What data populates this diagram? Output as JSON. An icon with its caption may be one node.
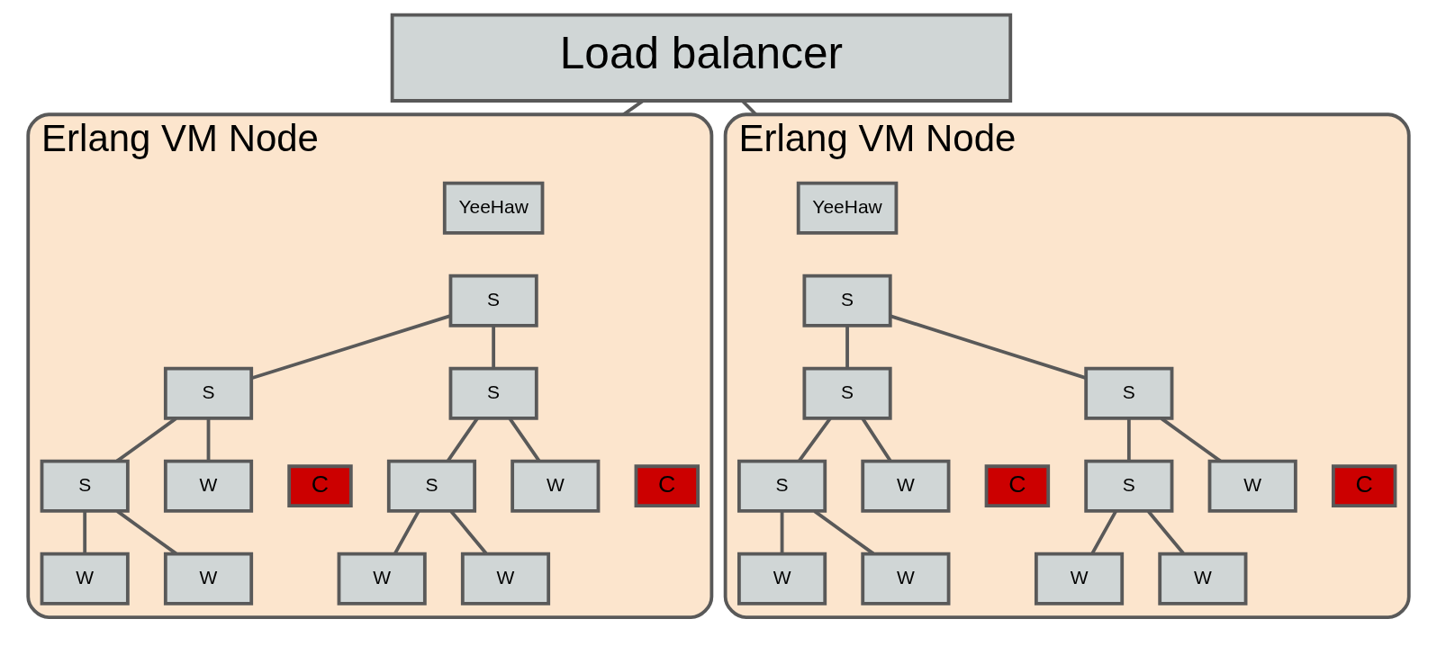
{
  "diagram": {
    "nodes": [
      {
        "text": [
          "Load balancer"
        ]
      },
      {
        "text": [
          "Erlang VM Node"
        ]
      },
      {
        "text": [
          "YeeHaw"
        ],
        "in": 1
      },
      {
        "text": [
          "S"
        ],
        "in": 1
      },
      {
        "text": [
          "S"
        ],
        "in": 1
      },
      {
        "text": [
          "S"
        ],
        "in": 1
      },
      {
        "text": [
          "S"
        ],
        "in": 1
      },
      {
        "text": [
          "W"
        ],
        "in": 1
      },
      {
        "text": [
          "C"
        ],
        "in": 1
      },
      {
        "text": [
          "S"
        ],
        "in": 1
      },
      {
        "text": [
          "W"
        ],
        "in": 1
      },
      {
        "text": [
          "C"
        ],
        "in": 1
      },
      {
        "text": [
          "W"
        ],
        "in": 1
      },
      {
        "text": [
          "W"
        ],
        "in": 1
      },
      {
        "text": [
          "W"
        ],
        "in": 1
      },
      {
        "text": [
          "W"
        ],
        "in": 1
      },
      {
        "text": [
          "Erlang VM Node"
        ]
      },
      {
        "text": [
          "YeeHaw"
        ],
        "in": 16
      },
      {
        "text": [
          "S"
        ],
        "in": 16
      },
      {
        "text": [
          "S"
        ],
        "in": 16
      },
      {
        "text": [
          "S"
        ],
        "in": 16
      },
      {
        "text": [
          "S"
        ],
        "in": 16
      },
      {
        "text": [
          "W"
        ],
        "in": 16
      },
      {
        "text": [
          "C"
        ],
        "in": 16
      },
      {
        "text": [
          "S"
        ],
        "in": 16
      },
      {
        "text": [
          "W"
        ],
        "in": 16
      },
      {
        "text": [
          "C"
        ],
        "in": 16
      },
      {
        "text": [
          "W"
        ],
        "in": 16
      },
      {
        "text": [
          "W"
        ],
        "in": 16
      },
      {
        "text": [
          "W"
        ],
        "in": 16
      },
      {
        "text": [
          "W"
        ],
        "in": 16
      }
    ],
    "edges": [
      {
        "from": 0,
        "to": 1,
        "arrow": "none"
      },
      {
        "from": 0,
        "to": 16,
        "arrow": "none"
      },
      {
        "from": 3,
        "to": 4,
        "arrow": "none"
      },
      {
        "from": 3,
        "to": 5,
        "arrow": "none"
      },
      {
        "from": 4,
        "to": 6,
        "arrow": "none"
      },
      {
        "from": 4,
        "to": 7,
        "arrow": "none"
      },
      {
        "from": 5,
        "to": 9,
        "arrow": "none"
      },
      {
        "from": 5,
        "to": 10,
        "arrow": "none"
      },
      {
        "from": 6,
        "to": 12,
        "arrow": "none"
      },
      {
        "from": 6,
        "to": 13,
        "arrow": "none"
      },
      {
        "from": 9,
        "to": 14,
        "arrow": "none"
      },
      {
        "from": 9,
        "to": 15,
        "arrow": "none"
      },
      {
        "from": 18,
        "to": 19,
        "arrow": "none"
      },
      {
        "from": 18,
        "to": 20,
        "arrow": "none"
      },
      {
        "from": 19,
        "to": 21,
        "arrow": "none"
      },
      {
        "from": 19,
        "to": 22,
        "arrow": "none"
      },
      {
        "from": 20,
        "to": 24,
        "arrow": "none"
      },
      {
        "from": 20,
        "to": 25,
        "arrow": "none"
      },
      {
        "from": 21,
        "to": 27,
        "arrow": "none"
      },
      {
        "from": 21,
        "to": 28,
        "arrow": "none"
      },
      {
        "from": 24,
        "to": 29,
        "arrow": "none"
      },
      {
        "from": 24,
        "to": 30,
        "arrow": "none"
      }
    ]
  }
}
